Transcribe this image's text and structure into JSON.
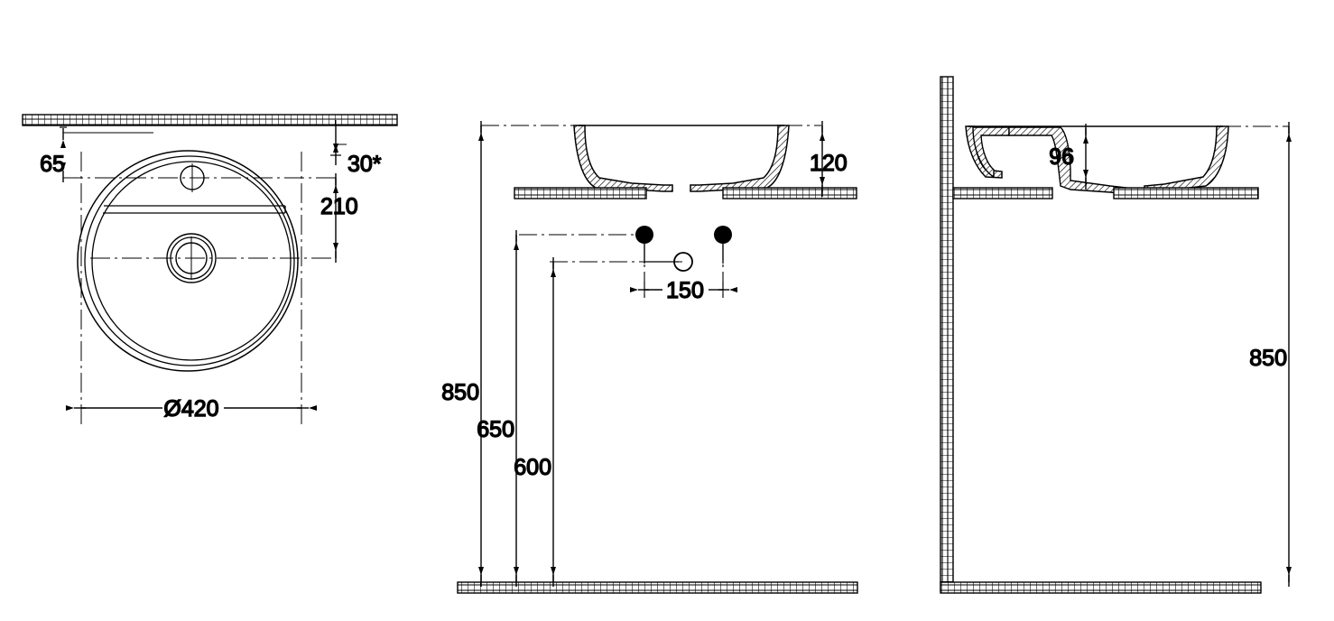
{
  "document": {
    "kind": "technical-drawing",
    "subject": "Round countertop washbasin",
    "units": "mm",
    "line_color": "#000000",
    "background_color": "#ffffff"
  },
  "views": {
    "plan": {
      "name": "top-view",
      "bowl_diameter_label": "Ø420",
      "labels": {
        "edge_to_tap_hole": "65",
        "counter_to_bowl_edge": "30*",
        "tap_hole_to_drain": "210"
      },
      "features": [
        "outer-rim-circle",
        "inner-rim-circle",
        "bowl-circle",
        "tap-hole",
        "drain-hole",
        "overflow-slot"
      ]
    },
    "front_section": {
      "name": "front-section-view",
      "labels": {
        "bowl_height": "120",
        "supply_spacing": "150",
        "counter_height": "850",
        "supply_height": "650",
        "drain_height": "600"
      },
      "connection_points": [
        {
          "type": "hot-water-supply",
          "style": "filled"
        },
        {
          "type": "cold-water-supply",
          "style": "filled"
        },
        {
          "type": "waste-drain",
          "style": "hollow"
        }
      ]
    },
    "side_section": {
      "name": "side-section-view",
      "labels": {
        "inner_bowl_depth": "96",
        "counter_height": "850"
      },
      "features": [
        "wall-hatch",
        "countertop",
        "basin-section",
        "overflow-channel"
      ]
    }
  },
  "dimension_labels": {
    "d65": "65",
    "d30": "30*",
    "d210": "210",
    "d420": "Ø420",
    "d120": "120",
    "d150": "150",
    "d850_front": "850",
    "d650": "650",
    "d600": "600",
    "d96": "96",
    "d850_side": "850"
  }
}
